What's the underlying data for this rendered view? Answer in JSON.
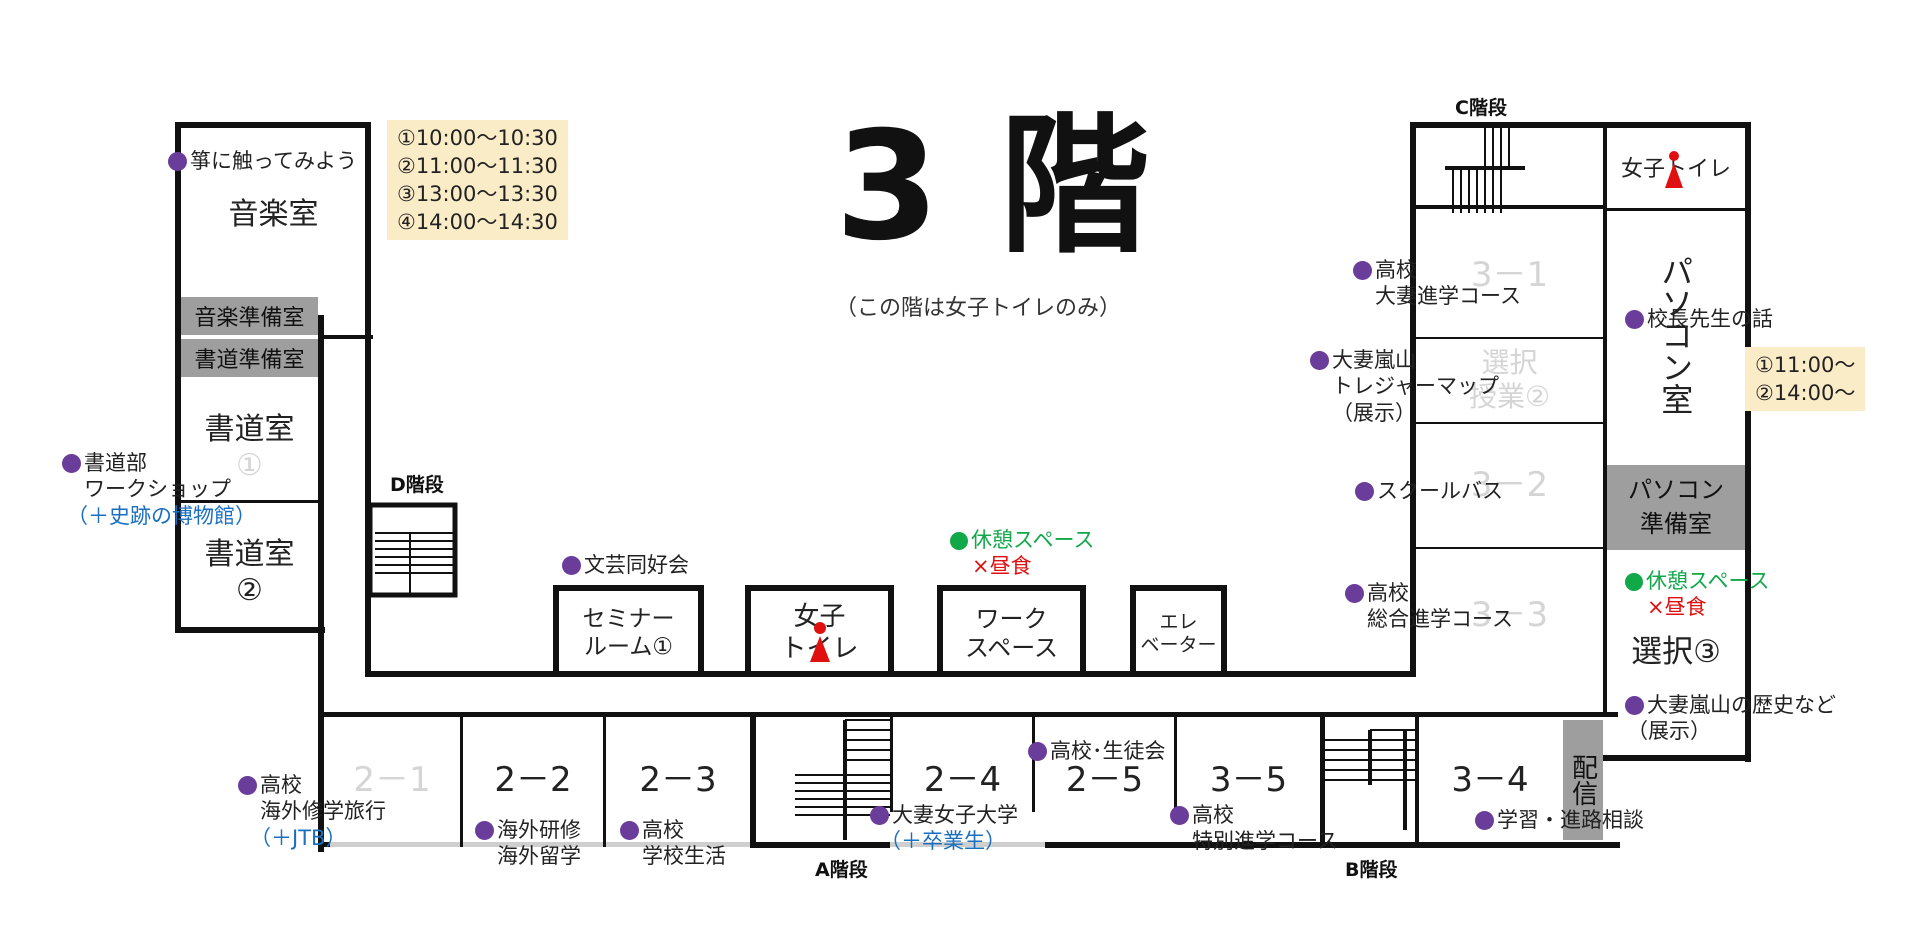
{
  "floor_title": "3 階",
  "floor_subtitle": "（この階は女子トイレのみ）",
  "stairs": {
    "a": "A階段",
    "b": "B階段",
    "c": "C階段",
    "d": "D階段"
  },
  "rooms": {
    "music": "音楽室",
    "music_prep": "音楽準備室",
    "calligraphy_prep": "書道準備室",
    "calligraphy1": "書道室",
    "calligraphy1_num": "①",
    "calligraphy2": "書道室",
    "calligraphy2_num": "②",
    "seminar_1": "セミナー",
    "seminar_2": "ルーム①",
    "wc_mid_1": "女子",
    "wc_mid_2": "トイレ",
    "work_1": "ワーク",
    "work_2": "スペース",
    "elev_1": "エレ",
    "elev_2": "ベーター",
    "r21": "2－1",
    "r22": "2－2",
    "r23": "2－3",
    "r24": "2－4",
    "r25": "2－5",
    "r35": "3－5",
    "r34": "3－4",
    "haishin": "配信",
    "r31": "3－1",
    "sentaku2_1": "選択",
    "sentaku2_2": "授業②",
    "r32": "3－2",
    "r33": "3－3",
    "wc_right": "女子トイレ",
    "pc_room": "パソコン室",
    "pc_prep_1": "パソコン",
    "pc_prep_2": "準備室",
    "sentaku3": "選択③"
  },
  "schedules": {
    "koto": "①10:00～10:30\n②11:00～11:30\n③13:00～13:30\n④14:00～14:30",
    "principal": "①11:00～\n②14:00～"
  },
  "events": {
    "koto": "箏に触ってみよう",
    "shodo_1": "書道部",
    "shodo_2": "ワークショップ",
    "shodo_3": "（＋史跡の博物館）",
    "bungei": "文芸同好会",
    "rest_mid": "休憩スペース",
    "lunch_mid": "×昼食",
    "hs_travel_1": "高校",
    "hs_travel_2": "海外修学旅行",
    "hs_travel_3": "（＋JTB）",
    "kaigai_1": "海外研修",
    "kaigai_2": "海外留学",
    "school_life_1": "高校",
    "school_life_2": "学校生活",
    "univ_1": "大妻女子大学",
    "univ_2": "（＋卒業生）",
    "council": "高校･生徒会",
    "special_1": "高校",
    "special_2": "特別進学コース",
    "study": "学習・進路相談",
    "daisai_1": "高校",
    "daisai_2": "大妻進学コース",
    "treasure_1": "大妻嵐山",
    "treasure_2": "トレジャーマップ",
    "treasure_3": "（展示）",
    "bus": "スクールバス",
    "general_1": "高校",
    "general_2": "総合進学コース",
    "principal": "校長先生の話",
    "rest_right": "休憩スペース",
    "lunch_right": "×昼食",
    "history_1": "大妻嵐山の歴史など",
    "history_2": "（展示）"
  },
  "colors": {
    "event_dot": "#6a3d9a",
    "rest_green": "#11a84a",
    "no_lunch_red": "#e01010",
    "partner_blue": "#1a6fc0",
    "note_bg": "#fbecc8",
    "prep_grey": "#9e9e9e",
    "toilet_red": "#e01010"
  }
}
